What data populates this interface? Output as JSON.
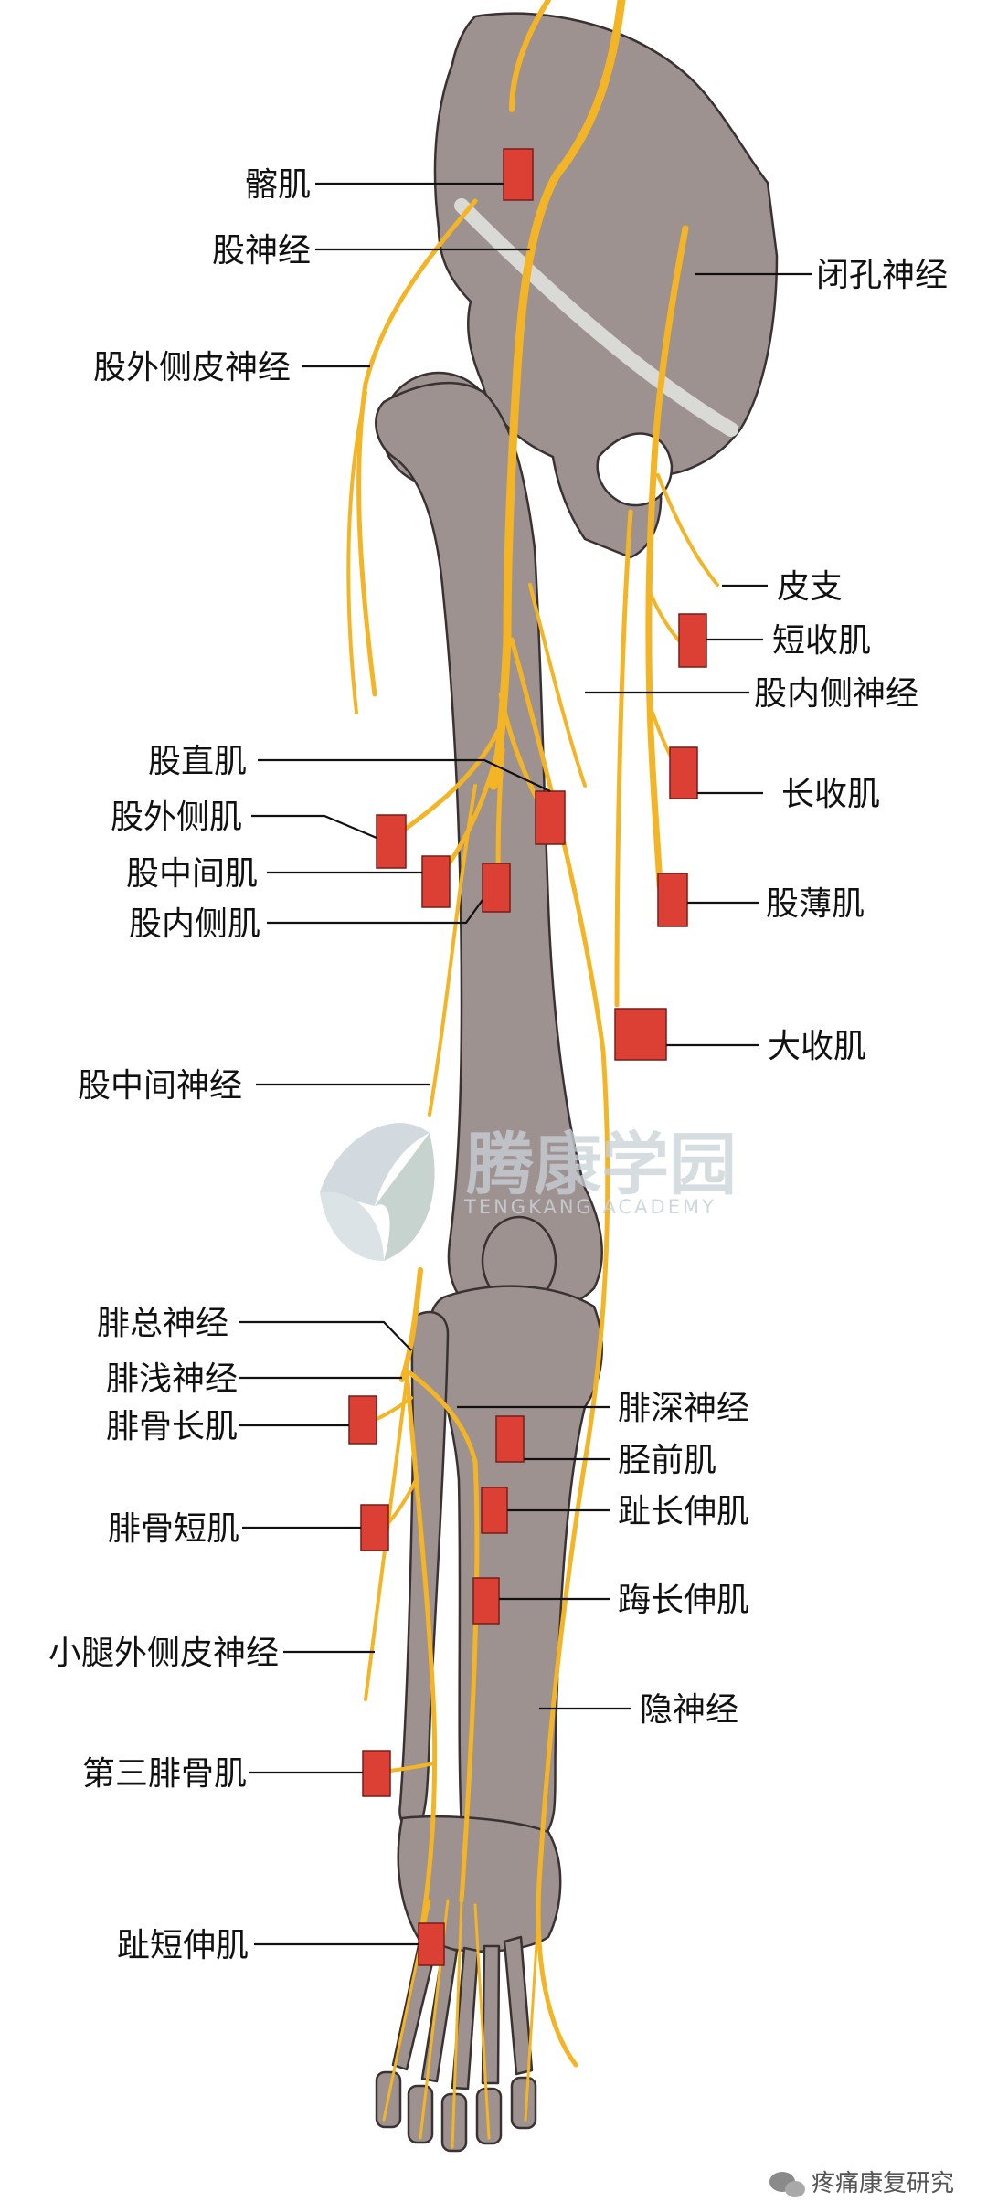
{
  "colors": {
    "bone": "#9d9290",
    "bone_edge": "#3a3232",
    "ligament": "#d9d9d6",
    "nerve": "#f3b526",
    "nerve_edge": "#c8901a",
    "muscle_marker": "#dc3f33",
    "leader_line": "#111111",
    "watermark": "#c9d2d8"
  },
  "labels": {
    "iliacus": "髂肌",
    "femoral_nerve": "股神经",
    "obturator_nerve": "闭孔神经",
    "lateral_femoral_cutaneous": "股外侧皮神经",
    "cutaneous_branch": "皮支",
    "adductor_brevis": "短收肌",
    "medial_femoral_nerve": "股内侧神经",
    "rectus_femoris": "股直肌",
    "adductor_longus": "长收肌",
    "vastus_lateralis": "股外侧肌",
    "vastus_intermedius": "股中间肌",
    "gracilis": "股薄肌",
    "vastus_medialis": "股内侧肌",
    "adductor_magnus": "大收肌",
    "intermediate_femoral_nerve": "股中间神经",
    "common_peroneal": "腓总神经",
    "superficial_peroneal": "腓浅神经",
    "deep_peroneal": "腓深神经",
    "peroneus_longus": "腓骨长肌",
    "tibialis_anterior": "胫前肌",
    "extensor_digitorum_longus": "趾长伸肌",
    "peroneus_brevis": "腓骨短肌",
    "extensor_hallucis_longus": "踇长伸肌",
    "lateral_sural_cutaneous": "小腿外侧皮神经",
    "saphenous": "隐神经",
    "peroneus_tertius": "第三腓骨肌",
    "extensor_digitorum_brevis": "趾短伸肌"
  },
  "watermark": {
    "cn": "腾康学园",
    "en": "TENGKANG ACADEMY"
  },
  "credit": {
    "icon": "wechat-icon",
    "text": "疼痛康复研究"
  }
}
